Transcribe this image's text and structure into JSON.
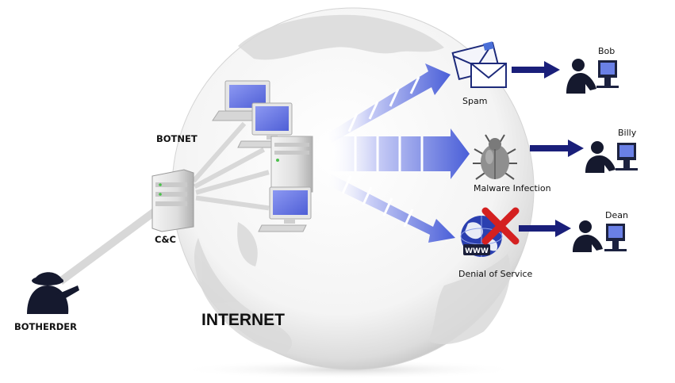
{
  "labels": {
    "botnet": "BOTNET",
    "cnc": "C&C",
    "botherder": "BOTHERDER",
    "internet": "INTERNET",
    "spam": "Spam",
    "malware": "Malware Infection",
    "dos": "Denial of Service",
    "bob": "Bob",
    "billy": "Billy",
    "dean": "Dean",
    "www": "WWW"
  },
  "colors": {
    "arrow_blue": "#4a5fd8",
    "arrow_dark": "#1a1f7a",
    "screen_blue": "#6a78e8",
    "x_red": "#d42020",
    "person": "#15192e"
  },
  "icons": {
    "spam": "envelopes-icon",
    "malware": "bug-icon",
    "dos": "globe-www-icon",
    "users": "person-at-computer-icon",
    "botherder": "hooded-hacker-icon"
  }
}
